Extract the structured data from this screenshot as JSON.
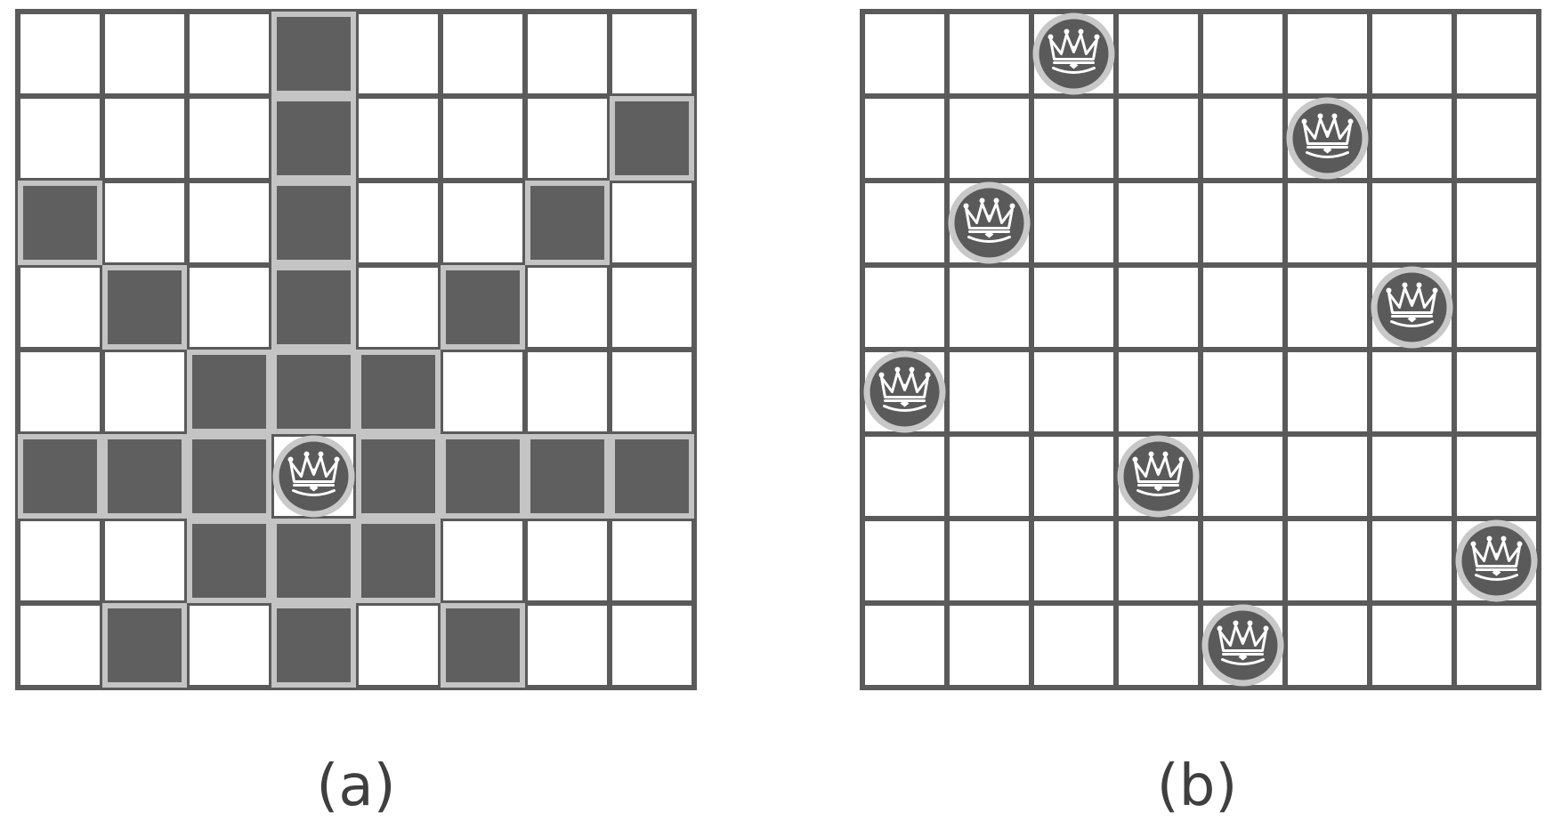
{
  "figure": {
    "panels": [
      {
        "id": "a",
        "caption": "(a)",
        "board_size": 8,
        "queens": [
          [
            5,
            3
          ]
        ],
        "attacked": [
          [
            0,
            3
          ],
          [
            1,
            3
          ],
          [
            1,
            7
          ],
          [
            2,
            0
          ],
          [
            2,
            3
          ],
          [
            2,
            6
          ],
          [
            3,
            1
          ],
          [
            3,
            3
          ],
          [
            3,
            5
          ],
          [
            4,
            2
          ],
          [
            4,
            3
          ],
          [
            4,
            4
          ],
          [
            5,
            0
          ],
          [
            5,
            1
          ],
          [
            5,
            2
          ],
          [
            5,
            4
          ],
          [
            5,
            5
          ],
          [
            5,
            6
          ],
          [
            5,
            7
          ],
          [
            6,
            2
          ],
          [
            6,
            3
          ],
          [
            6,
            4
          ],
          [
            7,
            1
          ],
          [
            7,
            3
          ],
          [
            7,
            5
          ]
        ]
      },
      {
        "id": "b",
        "caption": "(b)",
        "board_size": 8,
        "queens": [
          [
            0,
            2
          ],
          [
            1,
            5
          ],
          [
            2,
            1
          ],
          [
            3,
            6
          ],
          [
            4,
            0
          ],
          [
            5,
            3
          ],
          [
            6,
            7
          ],
          [
            7,
            4
          ]
        ],
        "attacked": []
      }
    ],
    "colors": {
      "grid_line": "#5a5a5a",
      "attacked_fill": "#5f5f5f",
      "attacked_border": "#c4c4c4",
      "queen_fill": "#5a5a5a",
      "queen_ring": "#c8c8c8",
      "queen_glyph": "#ffffff",
      "empty_cell": "#ffffff"
    },
    "icons": {
      "queen": "crown-icon"
    }
  }
}
